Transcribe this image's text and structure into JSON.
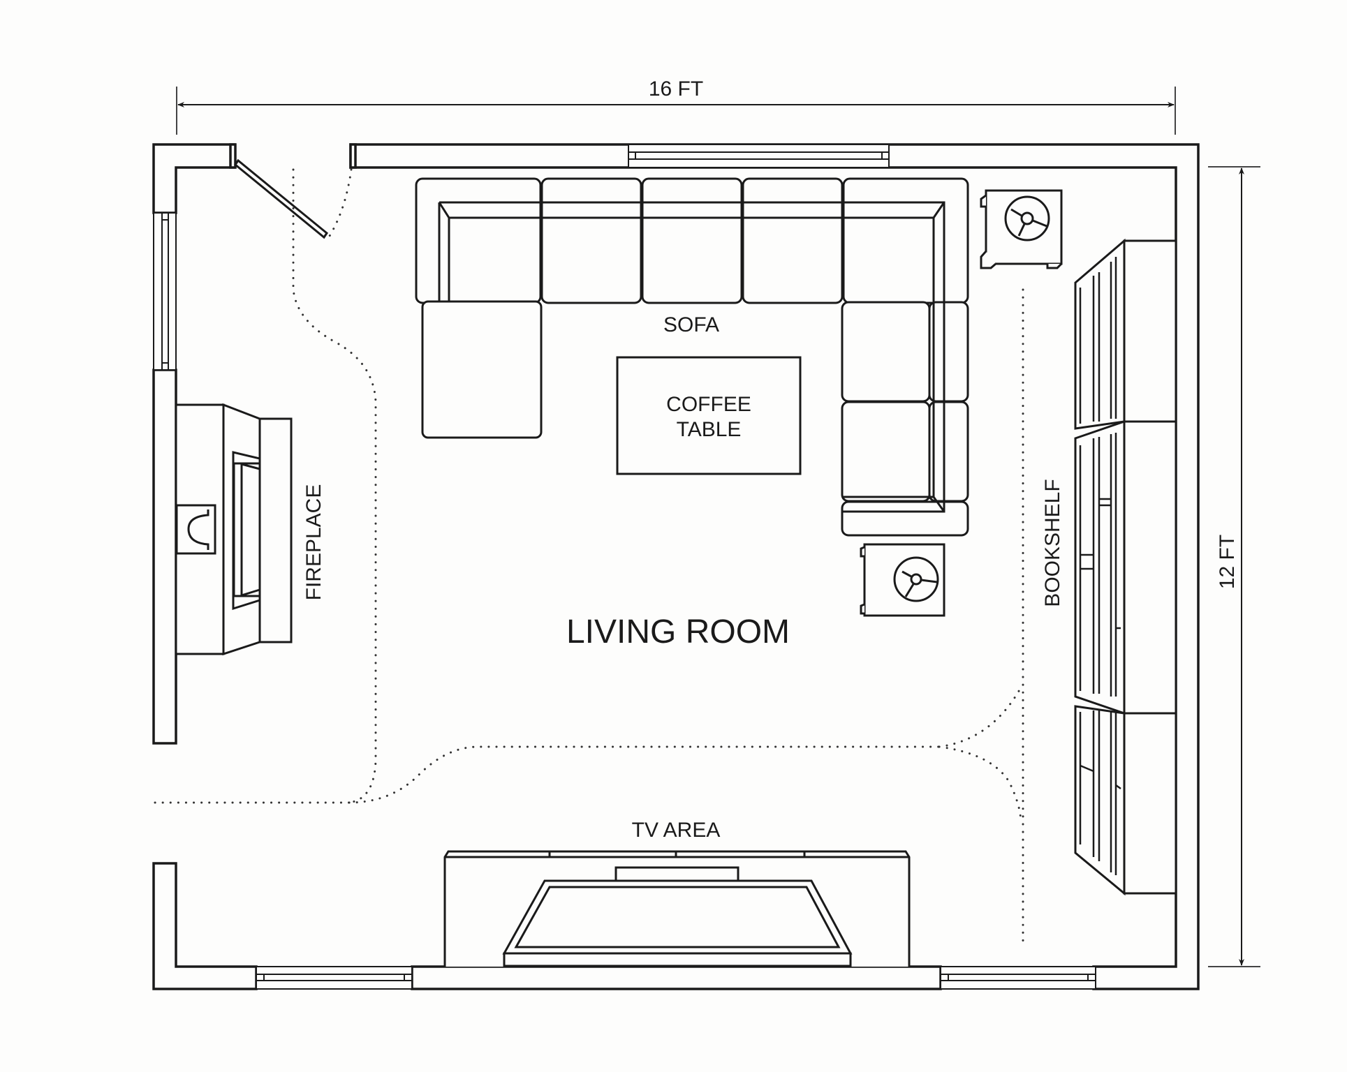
{
  "plan": {
    "title": "LIVING ROOM",
    "dimensions": {
      "width_label": "16 FT",
      "height_label": "12 FT"
    },
    "furniture": {
      "sofa": "SOFA",
      "coffee_table_line1": "COFFEE",
      "coffee_table_line2": "TABLE",
      "fireplace": "FIREPLACE",
      "bookshelf": "BOOKSHELF",
      "tv_area": "TV AREA"
    },
    "colors": {
      "line": "#1a1a1a",
      "background": "#fdfdfc",
      "dimension_line": "#444444",
      "zone_dots": "#333333"
    }
  }
}
